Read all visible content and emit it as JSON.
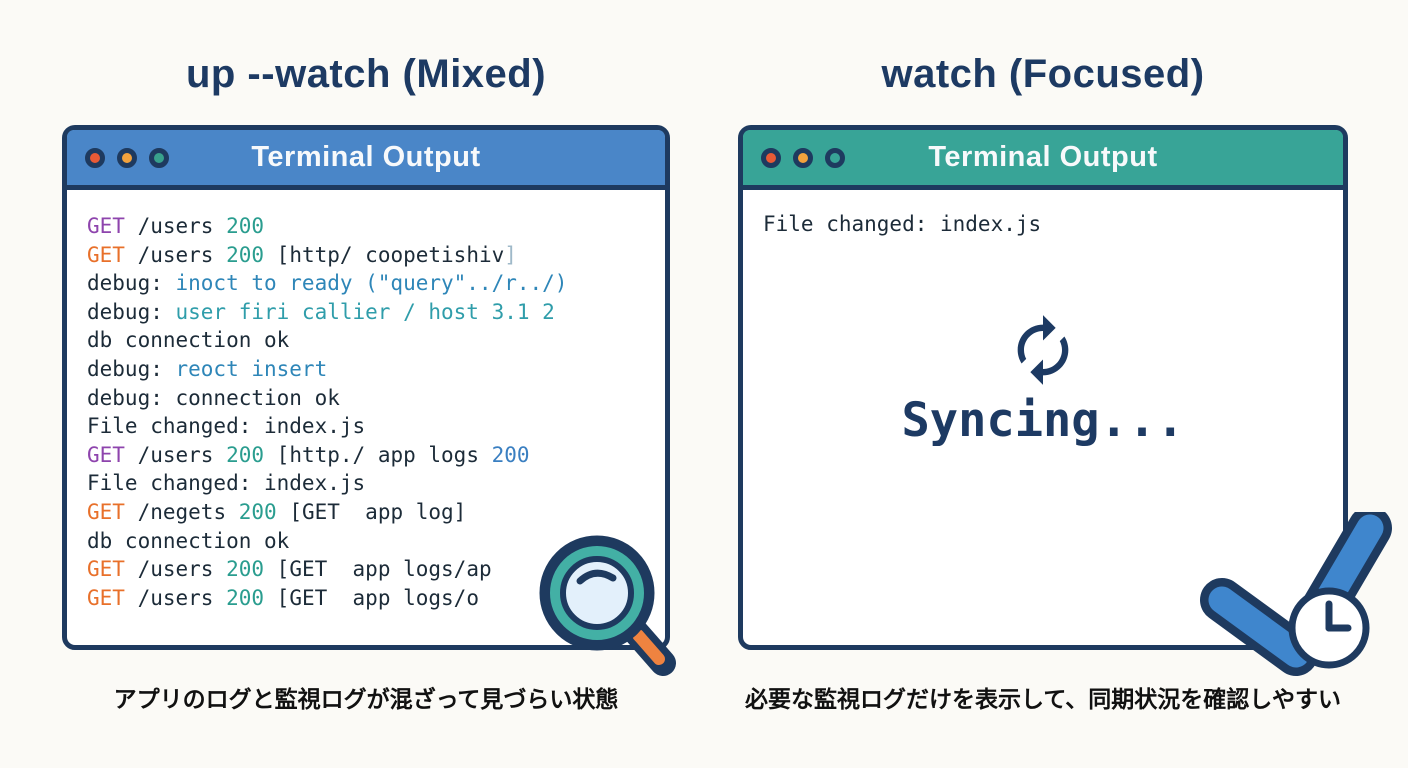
{
  "colors": {
    "navy": "#1e3a5f",
    "title_navy": "#1d3a63",
    "left_header_blue": "#4a86c8",
    "right_header_teal": "#38a497",
    "dot_red": "#e85a36",
    "dot_orange": "#f2a23d",
    "dot_teal": "#38a18c",
    "check_blue": "#3f86cd",
    "handle_orange": "#ef8340"
  },
  "icons": {
    "magnifier": "magnifier-icon",
    "sync": "sync-icon",
    "check": "check-icon",
    "clock": "clock-icon"
  },
  "left": {
    "title": "up --watch (Mixed)",
    "caption": "アプリのログと監視ログが混ざって見づらい状態",
    "terminal": {
      "title": "Terminal Output",
      "header_color": "#4a86c8",
      "dots": [
        "#e85a36",
        "#f2a23d",
        "#38a18c"
      ],
      "lines": [
        [
          {
            "t": "GET",
            "c": "purple"
          },
          {
            "t": " /users ",
            "c": "dark"
          },
          {
            "t": "200",
            "c": "teal"
          }
        ],
        [
          {
            "t": "GET",
            "c": "orange"
          },
          {
            "t": " /users ",
            "c": "dark"
          },
          {
            "t": "200",
            "c": "teal"
          },
          {
            "t": " [http/ coopetishiv",
            "c": "dark"
          },
          {
            "t": "]",
            "c": "light"
          }
        ],
        [
          {
            "t": "debug:",
            "c": "dark"
          },
          {
            "t": " inoct to ready (\"query\"../r../)",
            "c": "cyan"
          }
        ],
        [
          {
            "t": "debug:",
            "c": "dark"
          },
          {
            "t": " user firi callier / host 3.1 2",
            "c": "tealcyan"
          }
        ],
        [
          {
            "t": "db connection ok",
            "c": "dark"
          }
        ],
        [
          {
            "t": "debug:",
            "c": "dark"
          },
          {
            "t": " reoct insert",
            "c": "cyan"
          }
        ],
        [
          {
            "t": "debug:",
            "c": "dark"
          },
          {
            "t": " connection ok",
            "c": "dark"
          }
        ],
        [
          {
            "t": "File changed: index.js",
            "c": "dark"
          }
        ],
        [
          {
            "t": "GET",
            "c": "purple"
          },
          {
            "t": " /users ",
            "c": "dark"
          },
          {
            "t": "200",
            "c": "teal"
          },
          {
            "t": " [http./ app logs ",
            "c": "dark"
          },
          {
            "t": "200",
            "c": "blue"
          }
        ],
        [
          {
            "t": "File changed: index.js",
            "c": "dark"
          }
        ],
        [
          {
            "t": "GET",
            "c": "orange"
          },
          {
            "t": " /negets ",
            "c": "dark"
          },
          {
            "t": "200",
            "c": "teal"
          },
          {
            "t": " [GET  app log]",
            "c": "dark"
          }
        ],
        [
          {
            "t": "db connection ok",
            "c": "dark"
          }
        ],
        [
          {
            "t": "GET",
            "c": "orange"
          },
          {
            "t": " /users ",
            "c": "dark"
          },
          {
            "t": "200",
            "c": "teal"
          },
          {
            "t": " [GET  app logs/ap",
            "c": "dark"
          }
        ],
        [
          {
            "t": "GET",
            "c": "orange"
          },
          {
            "t": " /users ",
            "c": "dark"
          },
          {
            "t": "200",
            "c": "teal"
          },
          {
            "t": " [GET  app logs/o",
            "c": "dark"
          }
        ]
      ]
    }
  },
  "right": {
    "title": "watch (Focused)",
    "caption": "必要な監視ログだけを表示して、同期状況を確認しやすい",
    "terminal": {
      "title": "Terminal Output",
      "header_color": "#38a497",
      "dots": [
        "#e85a36",
        "#f2a23d",
        "hollow"
      ],
      "first_line": "File changed: index.js",
      "status_text": "Syncing..."
    }
  }
}
